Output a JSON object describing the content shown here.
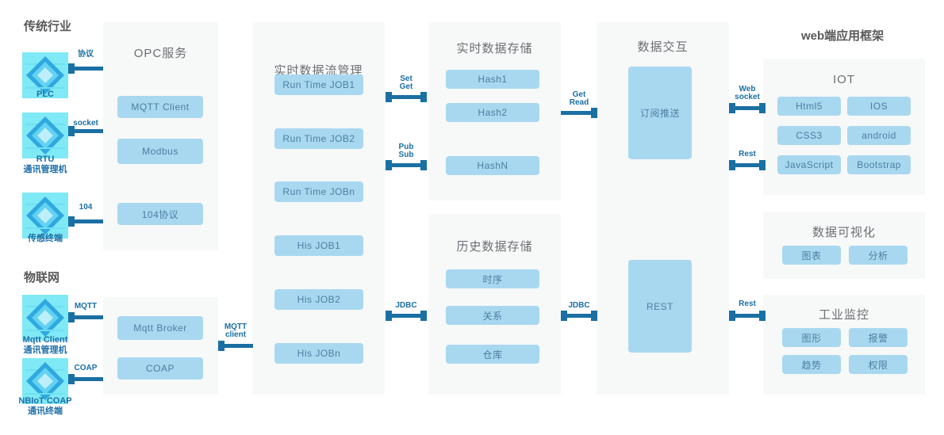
{
  "diagram": {
    "title": "IoT Data Platform Architecture",
    "colors": {
      "panel_bg": "#f7f8f8",
      "box_bg": "#a8d8f0",
      "box_text": "#4b7fa0",
      "connector": "#1a6fa3",
      "node_icon": "#3fb9e8",
      "heading": "#595959"
    }
  },
  "sections": {
    "traditional_industry": "传统行业",
    "iot": "物联网",
    "web_app_framework": "web端应用框架"
  },
  "devices": {
    "traditional": [
      {
        "icon": "chip-node-icon",
        "caption": "PLC",
        "caption2": ""
      },
      {
        "icon": "chip-node-icon",
        "caption": "RTU",
        "caption2": "通讯管理机"
      },
      {
        "icon": "chip-node-icon",
        "caption": "传感终端",
        "caption2": ""
      }
    ],
    "iot": [
      {
        "icon": "chip-node-icon",
        "caption": "Mqtt Client",
        "caption2": "通讯管理机"
      },
      {
        "icon": "chip-node-icon",
        "caption": "NBIoT COAP",
        "caption2": "通讯终端"
      }
    ]
  },
  "panels": {
    "opc": {
      "title": "OPC服务",
      "items": [
        "MQTT Client",
        "Modbus",
        "104协议"
      ]
    },
    "opc_iot": {
      "title": "",
      "items": [
        "Mqtt  Broker",
        "COAP"
      ]
    },
    "realtime_stream": {
      "title": "实时数据流管理",
      "items": [
        "Run Time JOB1",
        "Run Time JOB2",
        "Run Time JOBn",
        "His JOB1",
        "His JOB2",
        "His JOBn"
      ]
    },
    "realtime_store": {
      "title": "实时数据存储",
      "items": [
        "Hash1",
        "Hash2",
        "HashN"
      ]
    },
    "history_store": {
      "title": "历史数据存储",
      "items": [
        "时序",
        "关系",
        "仓库"
      ]
    },
    "data_exchange": {
      "title": "数据交互",
      "items": [
        "订阅推送",
        "REST"
      ]
    },
    "iot_frontend": {
      "title": "IOT",
      "items": [
        "Html5",
        "IOS",
        "CSS3",
        "android",
        "JavaScript",
        "Bootstrap"
      ]
    },
    "visualization": {
      "title": "数据可视化",
      "items": [
        "图表",
        "分析"
      ]
    },
    "industrial_monitor": {
      "title": "工业监控",
      "items": [
        "图形",
        "报警",
        "趋势",
        "权限"
      ]
    }
  },
  "connectors": [
    {
      "id": "plc-opc",
      "label_line1": "协议",
      "label_line2": ""
    },
    {
      "id": "rtu-opc",
      "label_line1": "socket",
      "label_line2": ""
    },
    {
      "id": "sensor-opc",
      "label_line1": "104",
      "label_line2": ""
    },
    {
      "id": "mqtt-broker",
      "label_line1": "MQTT",
      "label_line2": ""
    },
    {
      "id": "coap",
      "label_line1": "COAP",
      "label_line2": ""
    },
    {
      "id": "broker-stream",
      "label_line1": "MQTT",
      "label_line2": "client"
    },
    {
      "id": "stream-hash-1",
      "label_line1": "Set",
      "label_line2": "Get"
    },
    {
      "id": "stream-hash-2",
      "label_line1": "Pub",
      "label_line2": "Sub"
    },
    {
      "id": "stream-history",
      "label_line1": "JDBC",
      "label_line2": ""
    },
    {
      "id": "hash-exchange",
      "label_line1": "Get",
      "label_line2": "Read"
    },
    {
      "id": "history-rest",
      "label_line1": "JDBC",
      "label_line2": ""
    },
    {
      "id": "push-web",
      "label_line1": "Web",
      "label_line2": "socket"
    },
    {
      "id": "rest-iot",
      "label_line1": "Rest",
      "label_line2": ""
    },
    {
      "id": "rest-monitor",
      "label_line1": "Rest",
      "label_line2": ""
    }
  ]
}
